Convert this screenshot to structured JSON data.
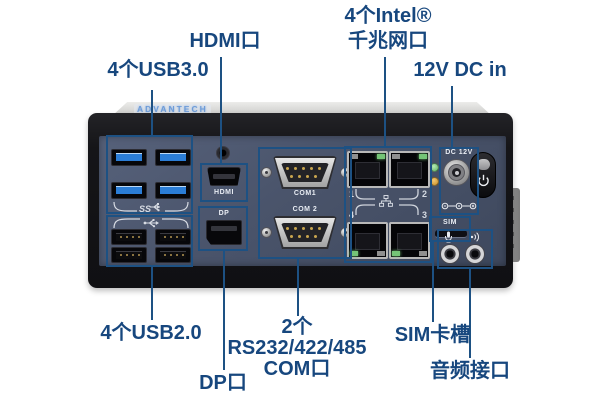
{
  "colors": {
    "label_text": "#17477e",
    "leader_line": "#1d5183",
    "annotation_box": "#1d5183",
    "faceplate": "#4a5469",
    "usb3_blue": "#2b7dd6",
    "led_green": "#74c476",
    "led_amber": "#d79a2b",
    "brand_blue": "#6e9cd8"
  },
  "annotations": {
    "usb3": "4个USB3.0",
    "hdmi": "HDMI口",
    "lan_line1": "4个Intel®",
    "lan_line2": "千兆网口",
    "dc": "12V DC in",
    "usb2": "4个USB2.0",
    "dp": "DP口",
    "com_line1": "2个",
    "com_line2": "RS232/422/485",
    "com_line3": "COM口",
    "sim": "SIM卡槽",
    "audio": "音频接口"
  },
  "device": {
    "brand": "ADVANTECH",
    "hdmi_label": "HDMI",
    "dp_label": "DP",
    "com1_label": "COM1",
    "com2_label": "COM 2",
    "dc_label": "DC 12V",
    "sim_label": "SIM",
    "usb3_logo_text": "SS",
    "lan_numbers": [
      "1",
      "2",
      "4",
      "3"
    ]
  }
}
